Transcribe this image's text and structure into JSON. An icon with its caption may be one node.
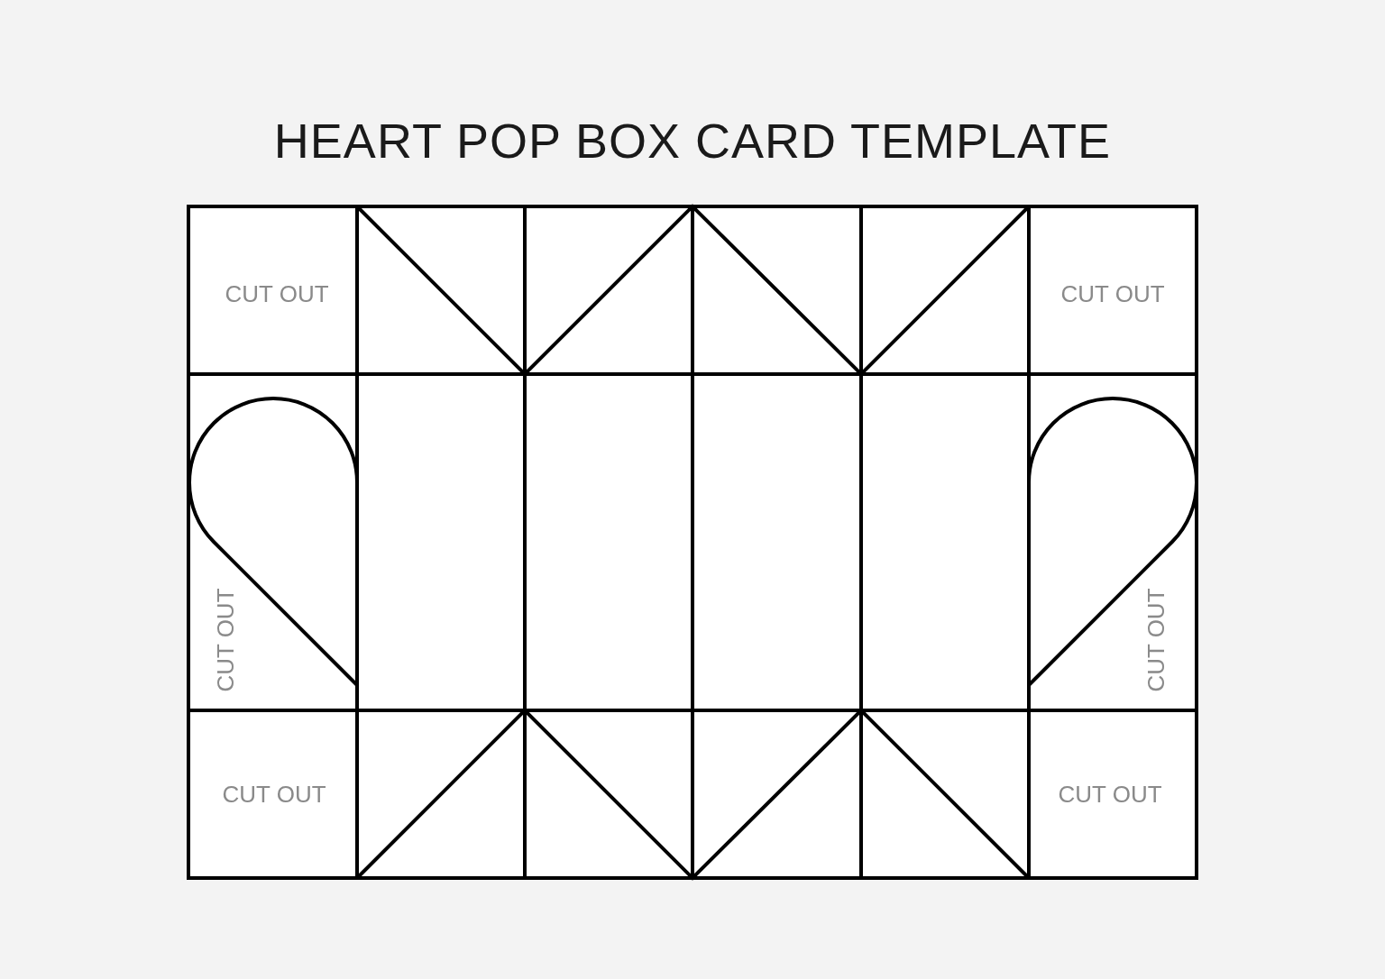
{
  "diagram": {
    "title": "HEART POP BOX CARD TEMPLATE",
    "labels": [
      "CUT OUT",
      "CUT OUT",
      "CUT OUT",
      "CUT OUT",
      "CUT OUT",
      "CUT OUT"
    ]
  }
}
